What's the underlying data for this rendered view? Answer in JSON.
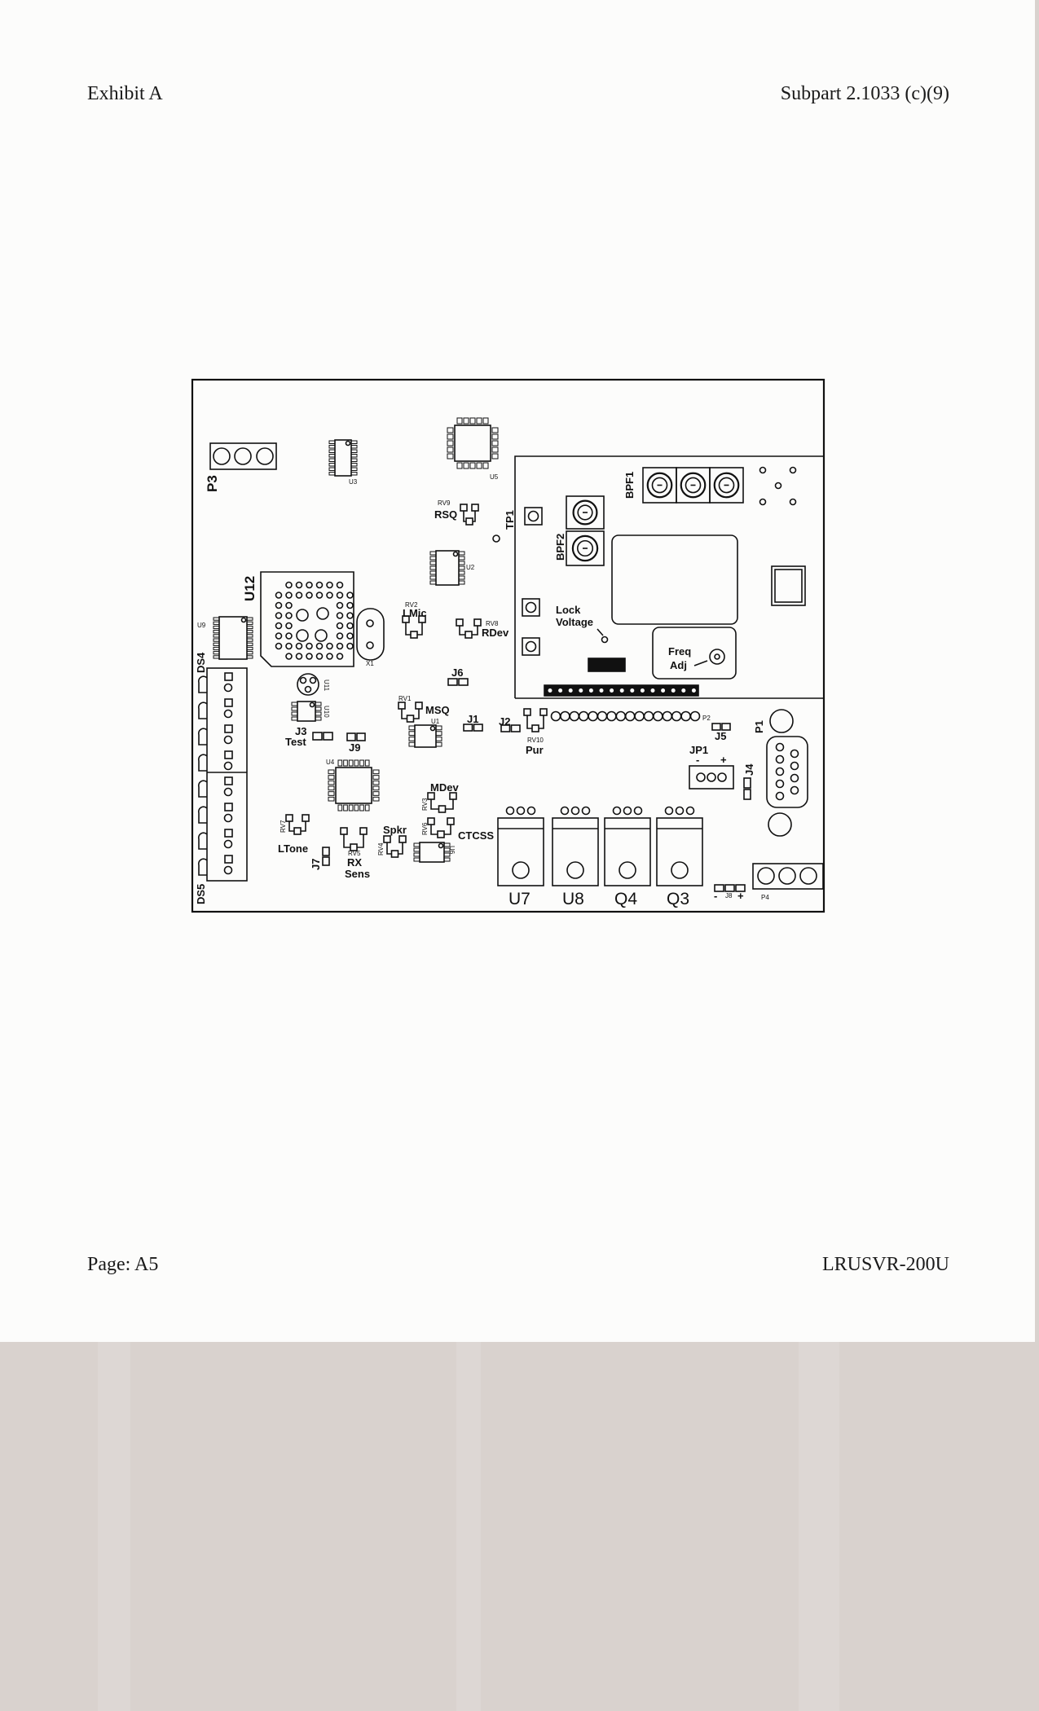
{
  "header": {
    "left": "Exhibit A",
    "right": "Subpart 2.1033 (c)(9)"
  },
  "footer": {
    "page": "Page:  A5",
    "model": "LRUSVR-200U"
  },
  "board": {
    "labels": {
      "P3": "P3",
      "U3": "U3",
      "U5": "U5",
      "RV9": "RV9",
      "RSQ": "RSQ",
      "TP1": "TP1",
      "U2": "U2",
      "U12": "U12",
      "X1": "X1",
      "U9": "U9",
      "RV2": "RV2",
      "LMic": "LMic",
      "RV8": "RV8",
      "RDev": "RDev",
      "J6": "J6",
      "DS4": "DS4",
      "DS5": "DS5",
      "U11": "U11",
      "U10": "U10",
      "J3": "J3",
      "Test": "Test",
      "J9": "J9",
      "RV1": "RV1",
      "MSQ": "MSQ",
      "U1": "U1",
      "J1": "J1",
      "J2": "J2",
      "RV10": "RV10",
      "Pur": "Pur",
      "P2": "P2",
      "BPF1": "BPF1",
      "BPF2": "BPF2",
      "Lock": "Lock",
      "Voltage": "Voltage",
      "Freq": "Freq",
      "Adj": "Adj",
      "J5": "J5",
      "P1": "P1",
      "JP1": "JP1",
      "JP1_minus": "-",
      "JP1_plus": "+",
      "J4": "J4",
      "U7": "U7",
      "U8": "U8",
      "Q4": "Q4",
      "Q3": "Q3",
      "J8": "J8",
      "J8_minus": "-",
      "J8_plus": "+",
      "P4": "P4",
      "U4": "U4",
      "RV3": "RV3",
      "MDev": "MDev",
      "RV6": "RV6",
      "CTCSS": "CTCSS",
      "U6": "U6",
      "RV4": "RV4",
      "Spkr": "Spkr",
      "RV5": "RV5",
      "RX": "RX",
      "Sens": "Sens",
      "RV7": "RV7",
      "LTone": "LTone",
      "J7": "J7"
    }
  }
}
